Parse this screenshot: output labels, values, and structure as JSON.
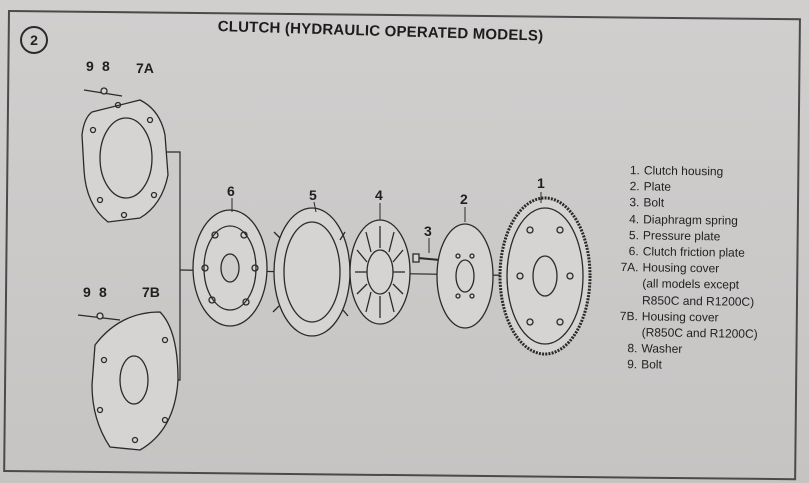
{
  "figure": {
    "number": "2",
    "title": "CLUTCH (HYDRAULIC OPERATED MODELS)"
  },
  "callouts": {
    "c9a": "9",
    "c8a": "8",
    "c7a": "7A",
    "c9b": "9",
    "c8b": "8",
    "c7b": "7B",
    "c6": "6",
    "c5": "5",
    "c4": "4",
    "c3": "3",
    "c2": "2",
    "c1": "1"
  },
  "legend": [
    {
      "num": "1.",
      "text": "Clutch housing"
    },
    {
      "num": "2.",
      "text": "Plate"
    },
    {
      "num": "3.",
      "text": "Bolt"
    },
    {
      "num": "4.",
      "text": "Diaphragm spring"
    },
    {
      "num": "5.",
      "text": "Pressure plate"
    },
    {
      "num": "6.",
      "text": "Clutch friction plate"
    },
    {
      "num": "7A.",
      "text": "Housing cover"
    },
    {
      "num": "",
      "text": "(all models except",
      "indent": true
    },
    {
      "num": "",
      "text": "R850C and R1200C)",
      "indent": true
    },
    {
      "num": "7B.",
      "text": "Housing cover"
    },
    {
      "num": "",
      "text": "(R850C and R1200C)",
      "indent": true
    },
    {
      "num": "8.",
      "text": "Washer"
    },
    {
      "num": "9.",
      "text": "Bolt"
    }
  ],
  "colors": {
    "ink": "#2a2a2a",
    "paper": "#cecccb"
  }
}
